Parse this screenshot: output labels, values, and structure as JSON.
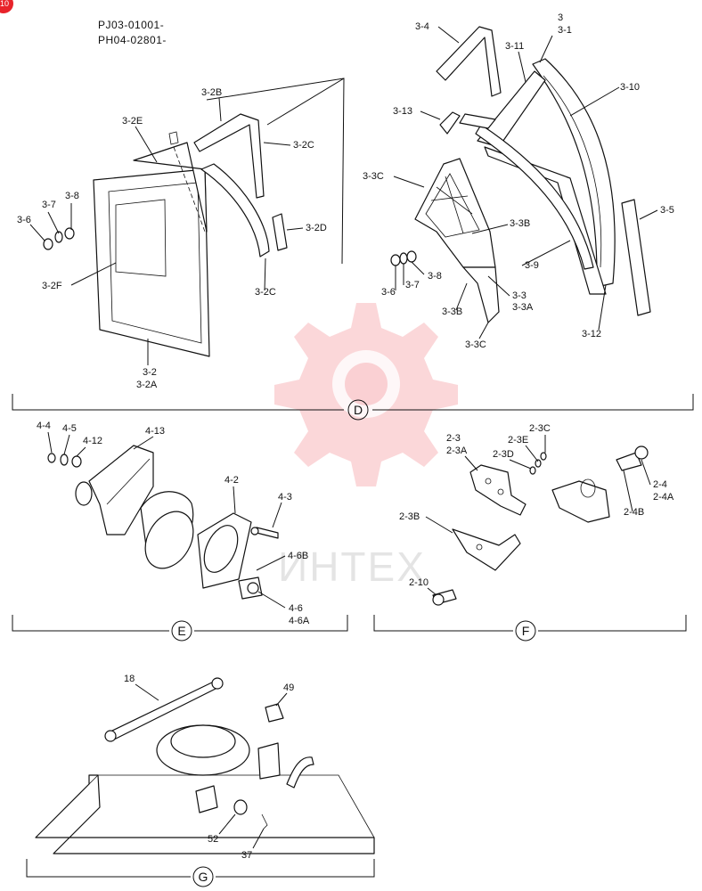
{
  "header": {
    "codes": [
      "PJ03-01001-",
      "PH04-02801-"
    ],
    "badge": "10"
  },
  "watermark": {
    "text": "ИНТЕХ"
  },
  "sections": {
    "D": {
      "id": "D",
      "labels": [
        "3-4",
        "3",
        "3-1",
        "3-11",
        "3-10",
        "3-13",
        "3-3C",
        "3-3B",
        "3-5",
        "3-9",
        "3-8",
        "3-7",
        "3-6",
        "3-3",
        "3-3A",
        "3-3B",
        "3-12",
        "3-3C",
        "3-2B",
        "3-2E",
        "3-2C",
        "3-2D",
        "3-8",
        "3-7",
        "3-6",
        "3-2F",
        "3-2C",
        "3-2",
        "3-2A"
      ]
    },
    "E": {
      "id": "E",
      "labels": [
        "4-4",
        "4-5",
        "4-12",
        "4-13",
        "4-2",
        "4-3",
        "4-6B",
        "4-6",
        "4-6A"
      ]
    },
    "F": {
      "id": "F",
      "labels": [
        "2-3C",
        "2-3E",
        "2-3",
        "2-3A",
        "2-3D",
        "2-4",
        "2-4A",
        "2-4B",
        "2-3B",
        "2-10"
      ]
    },
    "G": {
      "id": "G",
      "labels": [
        "18",
        "49",
        "52",
        "37"
      ]
    }
  }
}
